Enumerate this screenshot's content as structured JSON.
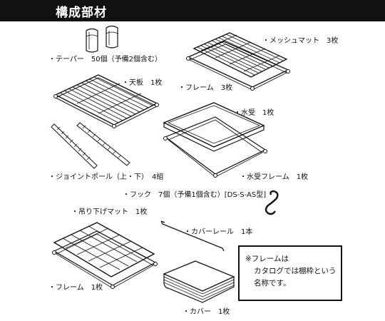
{
  "header": {
    "title": "構成部材"
  },
  "labels": {
    "taper": "・テーパー　50個（予備2個含む）",
    "mesh_mat": "・メッシュマット　3枚",
    "top_board": "・天板　1枚",
    "frame_3": "・フレーム　3枚",
    "water_tray": "・水受　1枚",
    "joint_pole": "・ジョイントポール（上・下）　4組",
    "water_frame": "・水受フレーム　1枚",
    "hook": "・フック　7個（予備1個含む）[DS-S-AS型]",
    "hanging_mat": "・吊り下げマット　1枚",
    "cover_rail": "・カバーレール　1本",
    "frame_1": "・フレーム　1枚",
    "cover": "・カバー　1枚"
  },
  "note": {
    "line1": "※フレームは",
    "line2": "カタログでは棚枠という",
    "line3": "名称です。"
  }
}
